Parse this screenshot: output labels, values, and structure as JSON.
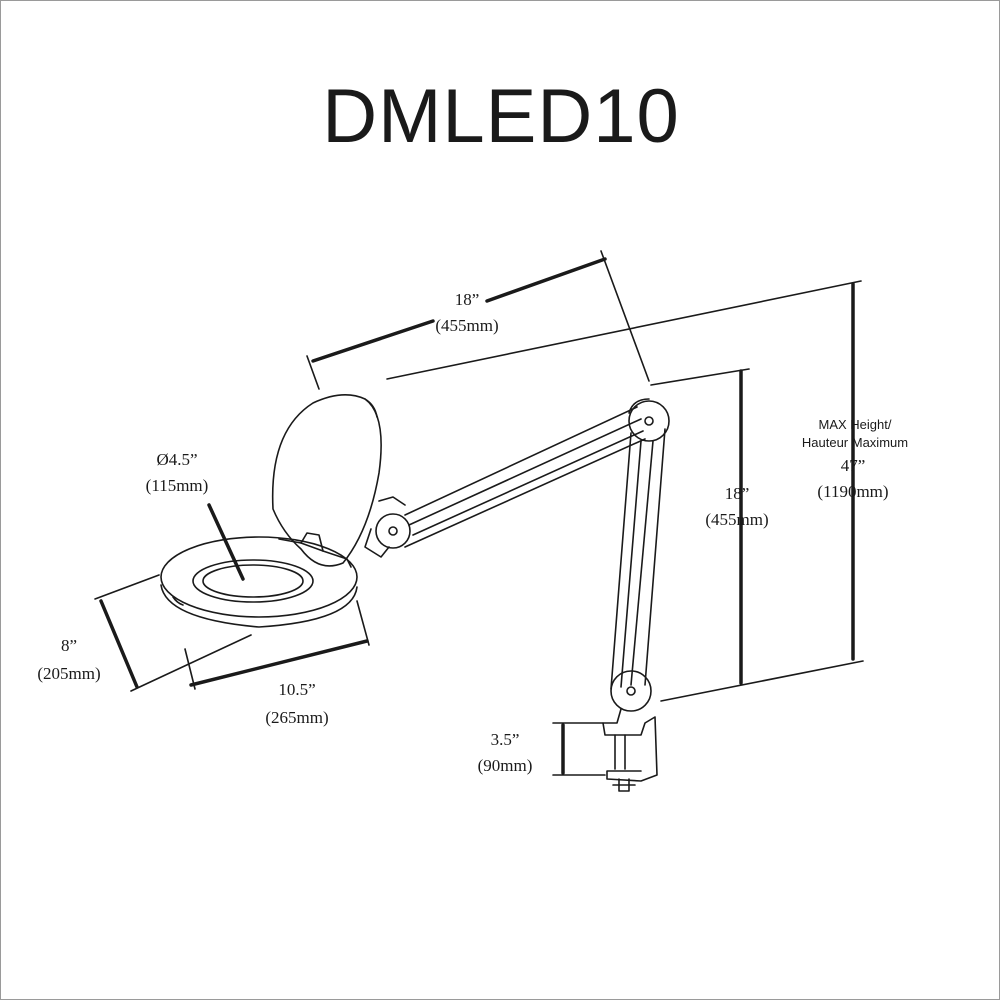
{
  "title": "DMLED10",
  "colors": {
    "line": "#1a1a1a",
    "background": "#ffffff",
    "frame": "#9a9a9a"
  },
  "dimensions": {
    "arm_length": {
      "imperial": "18”",
      "metric": "(455mm)"
    },
    "lens_diameter": {
      "imperial": "Ø4.5”",
      "metric": "(115mm)"
    },
    "head_depth": {
      "imperial": "8”",
      "metric": "(205mm)"
    },
    "head_width": {
      "imperial": "10.5”",
      "metric": "(265mm)"
    },
    "lower_arm": {
      "imperial": "18”",
      "metric": "(455mm)"
    },
    "max_height": {
      "label_line1": "MAX Height/",
      "label_line2": "Hauteur Maximum",
      "imperial": "47”",
      "metric": "(1190mm)"
    },
    "clamp": {
      "imperial": "3.5”",
      "metric": "(90mm)"
    }
  }
}
